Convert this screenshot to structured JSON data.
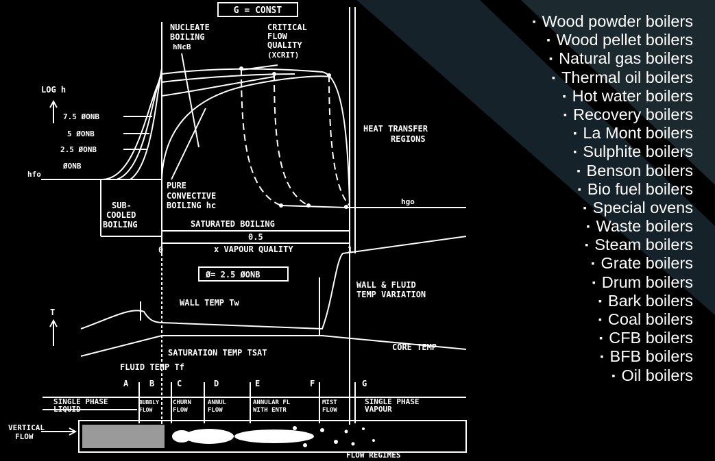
{
  "diagram": {
    "header": "G = CONST",
    "nucleate_1": "NUCLEATE",
    "nucleate_2": "BOILING",
    "nucleate_3": "hNcB",
    "critical_1": "CRITICAL",
    "critical_2": "FLOW",
    "critical_3": "QUALITY",
    "critical_4": "(XCRIT)",
    "log_h": "LOG h",
    "onb_75": "7.5 ØONB",
    "onb_5": "5 ØONB",
    "onb_25": "2.5 ØONB",
    "onb": "ØONB",
    "hfo": "hfo",
    "heat_transfer_1": "HEAT TRANSFER",
    "heat_transfer_2": "REGIONS",
    "pure_1": "PURE",
    "pure_2": "CONVECTIVE",
    "pure_3": "BOILING hc",
    "hgo": "hgo",
    "sub_1": "SUB-",
    "sub_2": "COOLED",
    "sub_3": "BOILING",
    "saturated": "SATURATED BOILING",
    "half": "0.5",
    "zero": "0",
    "one": "1",
    "vapour_quality": "x VAPOUR QUALITY",
    "phi_box": "Ø= 2.5 ØONB",
    "wall_fluid_1": "WALL & FLUID",
    "wall_fluid_2": "TEMP VARIATION",
    "wall_temp": "WALL TEMP Tw",
    "t_axis": "T",
    "sat_temp": "SATURATION TEMP TSAT",
    "core_temp": "CORE TEMP",
    "fluid_temp": "FLUID TEMP Tf",
    "regions": [
      "A",
      "B",
      "C",
      "D",
      "E",
      "F",
      "G"
    ],
    "regimes": [
      [
        "SINGLE PHASE",
        "LIQUID"
      ],
      [
        "BUBBLY",
        "FLOW"
      ],
      [
        "CHURN",
        "FLOW"
      ],
      [
        "ANNUL",
        "FLOW"
      ],
      [
        "ANNULAR FL",
        "WITH ENTR"
      ],
      [
        "MIST",
        "FLOW"
      ],
      [
        "SINGLE PHASE",
        "VAPOUR"
      ]
    ],
    "vertical_1": "VERTICAL",
    "vertical_2": "FLOW",
    "flow_regimes": "FLOW REGIMES"
  },
  "boilers": [
    "Wood powder boilers",
    "Wood pellet boilers",
    "Natural gas boilers",
    "Thermal oil boilers",
    "Hot water boilers",
    "Recovery boilers",
    "La Mont boilers",
    "Sulphite boilers",
    "Benson boilers",
    "Bio fuel boilers",
    "Special ovens",
    "Waste boilers",
    "Steam boilers",
    "Grate boilers",
    "Drum boilers",
    "Bark boilers",
    "Coal boilers",
    "CFB boilers",
    "BFB boilers",
    "Oil boilers"
  ],
  "bullet_glyph": "▪",
  "colors": {
    "background": "#000000",
    "text": "#ffffff",
    "diagonal_band": "#1c2a30"
  }
}
